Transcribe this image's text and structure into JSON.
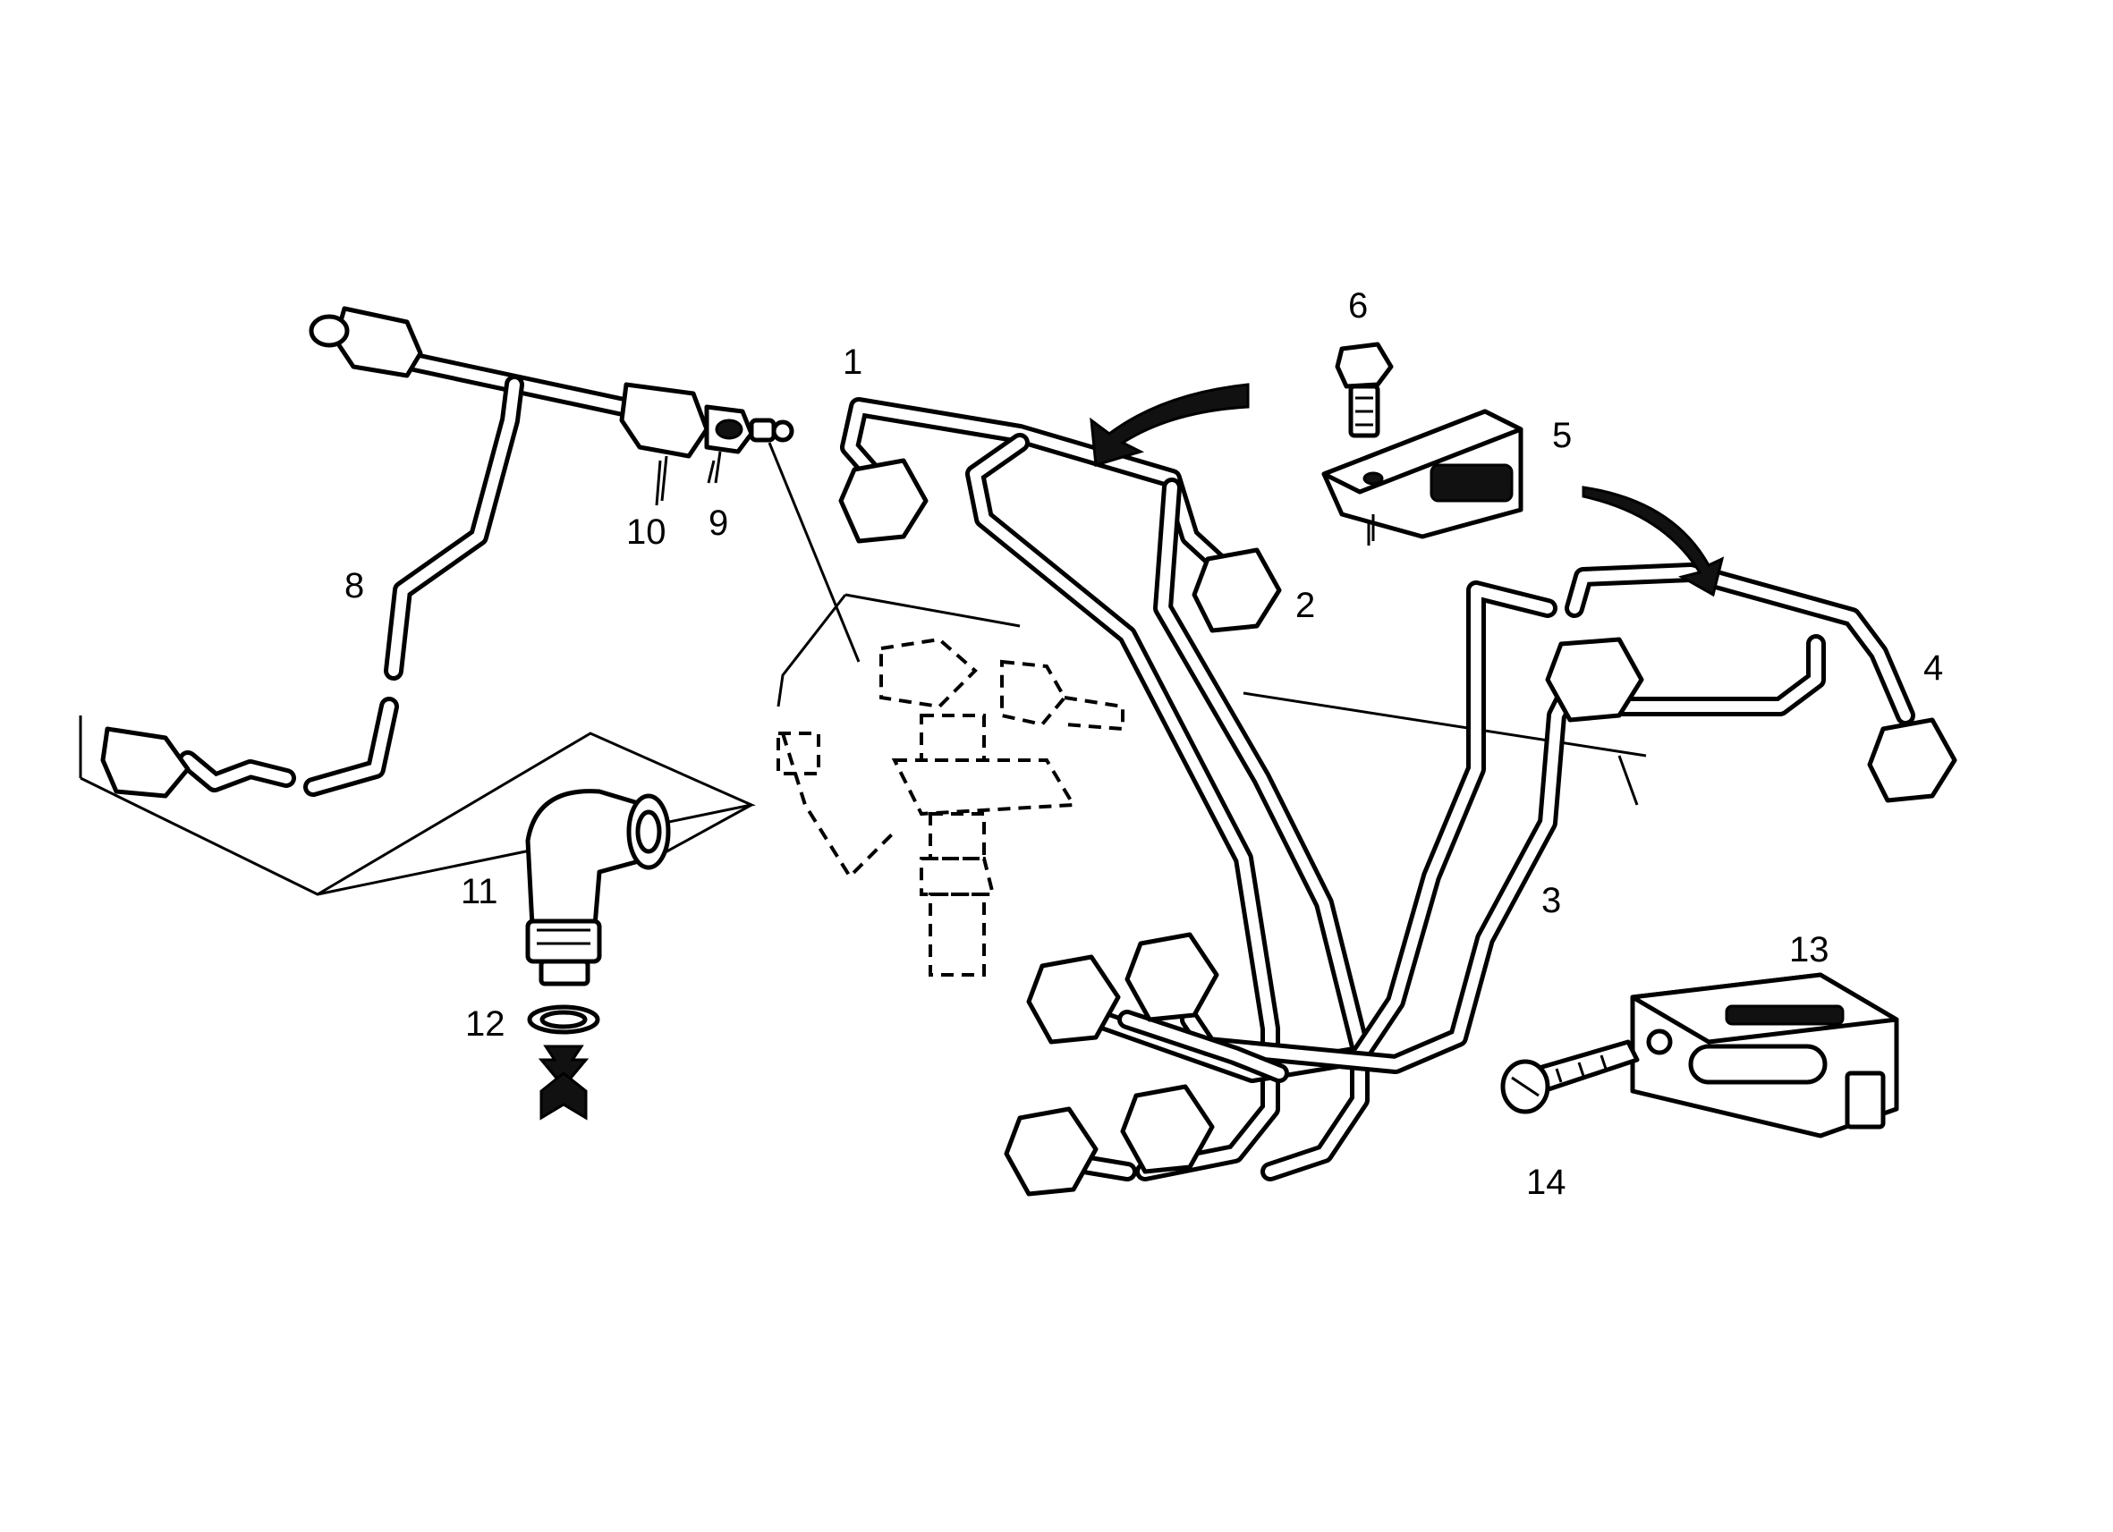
{
  "callouts": [
    {
      "id": "1",
      "text": "1"
    },
    {
      "id": "2",
      "text": "2"
    },
    {
      "id": "3",
      "text": "3"
    },
    {
      "id": "4",
      "text": "4"
    },
    {
      "id": "5",
      "text": "5"
    },
    {
      "id": "6",
      "text": "6"
    },
    {
      "id": "8",
      "text": "8"
    },
    {
      "id": "9",
      "text": "9"
    },
    {
      "id": "10",
      "text": "10"
    },
    {
      "id": "11",
      "text": "11"
    },
    {
      "id": "12",
      "text": "12"
    },
    {
      "id": "13",
      "text": "13"
    },
    {
      "id": "14",
      "text": "14"
    }
  ],
  "colors": {
    "ink": "#000000",
    "paper": "#ffffff"
  }
}
